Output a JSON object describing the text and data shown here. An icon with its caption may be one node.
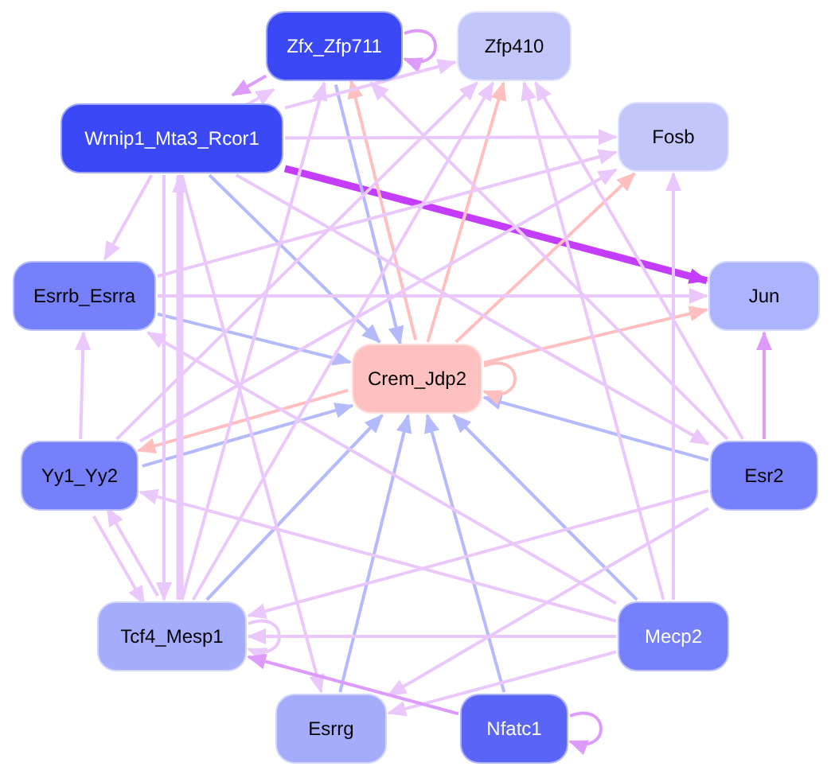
{
  "diagram": {
    "nodes": [
      {
        "text": [
          "Zfx_Zfp711"
        ]
      },
      {
        "text": [
          "Zfp410"
        ]
      },
      {
        "text": [
          "Wrnip1_Mta3_Rcor1"
        ]
      },
      {
        "text": [
          "Fosb"
        ]
      },
      {
        "text": [
          "Esrrb_Esrra"
        ]
      },
      {
        "text": [
          "Crem_Jdp2"
        ]
      },
      {
        "text": [
          "Jun"
        ]
      },
      {
        "text": [
          "Yy1_Yy2"
        ]
      },
      {
        "text": [
          "Esr2"
        ]
      },
      {
        "text": [
          "Tcf4_Mesp1"
        ]
      },
      {
        "text": [
          "Mecp2"
        ]
      },
      {
        "text": [
          "Esrrg"
        ]
      },
      {
        "text": [
          "Nfatc1"
        ]
      }
    ],
    "edges": [
      {
        "from": 2,
        "to": 6,
        "arrow": "to",
        "style": "thick",
        "color": "#c43cfc"
      },
      {
        "from": 0,
        "to": 5,
        "arrow": "to",
        "color": "#b4bafc"
      },
      {
        "from": 2,
        "to": 5,
        "arrow": "to",
        "color": "#b4bafc"
      },
      {
        "from": 4,
        "to": 5,
        "arrow": "to",
        "color": "#b4bafc"
      },
      {
        "from": 7,
        "to": 5,
        "arrow": "to",
        "color": "#b4bafc"
      },
      {
        "from": 9,
        "to": 5,
        "arrow": "to",
        "color": "#b4bafc"
      },
      {
        "from": 11,
        "to": 5,
        "arrow": "to",
        "color": "#b4bafc"
      },
      {
        "from": 12,
        "to": 5,
        "arrow": "to",
        "color": "#b4bafc"
      },
      {
        "from": 10,
        "to": 5,
        "arrow": "to",
        "color": "#b4bafc"
      },
      {
        "from": 8,
        "to": 5,
        "arrow": "to",
        "color": "#b4bafc"
      },
      {
        "from": 5,
        "to": 0,
        "arrow": "to",
        "color": "#ffbfbf"
      },
      {
        "from": 5,
        "to": 1,
        "arrow": "to",
        "color": "#ffbfbf"
      },
      {
        "from": 5,
        "to": 3,
        "arrow": "to",
        "color": "#ffbfbf"
      },
      {
        "from": 5,
        "to": 6,
        "arrow": "to",
        "color": "#ffbfbf"
      },
      {
        "from": 5,
        "to": 7,
        "arrow": "to",
        "color": "#ffbfbf"
      },
      {
        "from": 5,
        "to": 5,
        "arrow": "to",
        "color": "#ffbfbf"
      },
      {
        "from": 0,
        "to": 0,
        "arrow": "to",
        "color": "#dd9cfc"
      },
      {
        "from": 9,
        "to": 9,
        "arrow": "to"
      },
      {
        "from": 12,
        "to": 12,
        "arrow": "to",
        "color": "#dd9cfc"
      },
      {
        "from": 2,
        "to": 0,
        "arrow": "to"
      },
      {
        "from": 0,
        "to": 2,
        "arrow": "to",
        "color": "#dd9cfc"
      },
      {
        "from": 2,
        "to": 1,
        "arrow": "to"
      },
      {
        "from": 2,
        "to": 3,
        "arrow": "to"
      },
      {
        "from": 2,
        "to": 4,
        "arrow": "to"
      },
      {
        "from": 9,
        "to": 2,
        "arrow": "to",
        "style": "thick"
      },
      {
        "from": 2,
        "to": 9,
        "arrow": "to"
      },
      {
        "from": 7,
        "to": 1,
        "arrow": "to"
      },
      {
        "from": 9,
        "to": 0,
        "arrow": "to"
      },
      {
        "from": 9,
        "to": 1,
        "arrow": "to"
      },
      {
        "from": 10,
        "to": 3,
        "arrow": "to"
      },
      {
        "from": 8,
        "to": 6,
        "arrow": "to",
        "color": "#dd9cfc"
      },
      {
        "from": 10,
        "to": 1,
        "arrow": "to"
      },
      {
        "from": 8,
        "to": 1,
        "arrow": "to"
      },
      {
        "from": 8,
        "to": 0,
        "arrow": "to"
      },
      {
        "from": 10,
        "to": 9,
        "arrow": "to"
      },
      {
        "from": 10,
        "to": 11,
        "arrow": "to"
      },
      {
        "from": 10,
        "to": 7,
        "arrow": "to"
      },
      {
        "from": 10,
        "to": 4,
        "arrow": "to"
      },
      {
        "from": 7,
        "to": 9,
        "arrow": "to"
      },
      {
        "from": 7,
        "to": 4,
        "arrow": "to"
      },
      {
        "from": 9,
        "to": 7,
        "arrow": "to"
      },
      {
        "from": 2,
        "to": 11,
        "arrow": "to"
      },
      {
        "from": 8,
        "to": 9,
        "arrow": "to"
      },
      {
        "from": 8,
        "to": 11,
        "arrow": "to"
      },
      {
        "from": 4,
        "to": 6,
        "arrow": "to"
      },
      {
        "from": 2,
        "to": 8,
        "arrow": "to"
      },
      {
        "from": 4,
        "to": 3,
        "arrow": "to"
      },
      {
        "from": 12,
        "to": 9,
        "arrow": "to",
        "color": "#dd9cfc"
      },
      {
        "from": 7,
        "to": 3,
        "arrow": "to"
      }
    ]
  }
}
